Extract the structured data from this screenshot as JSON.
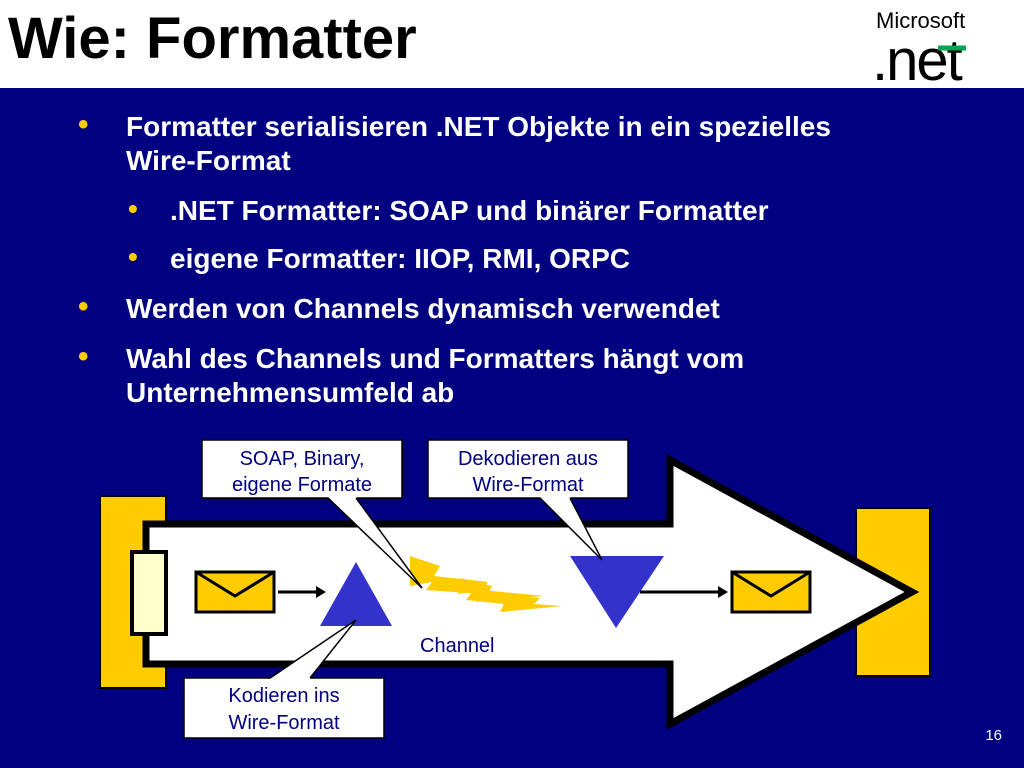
{
  "slide": {
    "title": "Wie: Formatter",
    "page_number": "16"
  },
  "logo": {
    "brand": "Microsoft",
    "product": ".net"
  },
  "bullets": [
    {
      "line1": "Formatter serialisieren .NET Objekte in ein spezielles",
      "line2": "Wire-Format",
      "sub": [
        ".NET Formatter: SOAP und binärer Formatter",
        "eigene Formatter: IIOP, RMI, ORPC"
      ]
    },
    {
      "line1": "Werden von Channels dynamisch verwendet"
    },
    {
      "line1": "Wahl des Channels und Formatters hängt vom",
      "line2": "Unternehmensumfeld ab"
    }
  ],
  "diagram": {
    "callout_formats": {
      "line1": "SOAP, Binary,",
      "line2": "eigene Formate"
    },
    "callout_decode": {
      "line1": "Dekodieren aus",
      "line2": "Wire-Format"
    },
    "callout_encode": {
      "line1": "Kodieren ins",
      "line2": "Wire-Format"
    },
    "channel_label": "Channel"
  },
  "colors": {
    "background": "#000080",
    "bullet": "#ffcc00",
    "endpoint": "#ffcc00",
    "triangle": "#3333cc",
    "envelope": "#ffcc00"
  }
}
